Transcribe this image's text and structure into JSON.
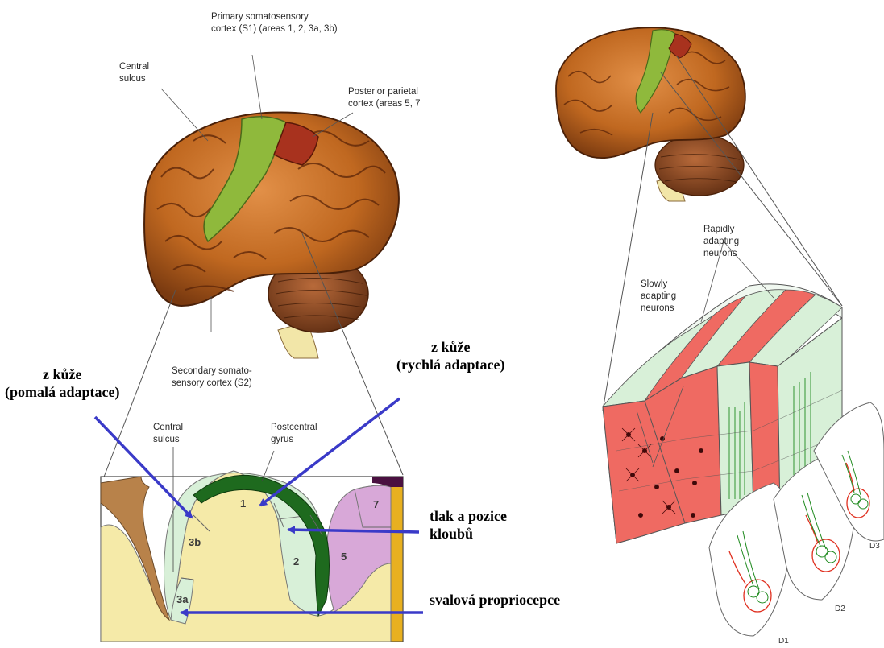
{
  "labels": {
    "primary_s1": "Primary somatosensory\ncortex (S1) (areas 1, 2, 3a, 3b)",
    "central_sulcus_top": "Central\nsulcus",
    "posterior_parietal": "Posterior parietal\ncortex (areas 5, 7",
    "secondary_s2": "Secondary somato-\nsensory cortex (S2)",
    "central_sulcus_bottom": "Central\nsulcus",
    "postcentral_gyrus": "Postcentral\ngyrus",
    "rapidly_adapting": "Rapidly\nadapting\nneurons",
    "slowly_adapting": "Slowly\nadapting\nneurons"
  },
  "areas": {
    "a1": "1",
    "a2": "2",
    "a3b": "3b",
    "a3a": "3a",
    "a5": "5",
    "a7": "7"
  },
  "digits": {
    "d1": "D1",
    "d2": "D2",
    "d3": "D3"
  },
  "annotations": {
    "skin_slow": "z kůže\n(pomalá adaptace)",
    "skin_fast": "z kůže\n(rychlá adaptace)",
    "pressure": "tlak a pozice\nkloubů",
    "muscle": "svalová propriocepce"
  },
  "colors": {
    "brain": "#c8701e",
    "s1_green": "#8fb93c",
    "ppc_red": "#a8321e",
    "arrow_blue": "#3a3ac8",
    "slow_red": "#ef6a62",
    "fast_green": "#d8f0d8"
  }
}
